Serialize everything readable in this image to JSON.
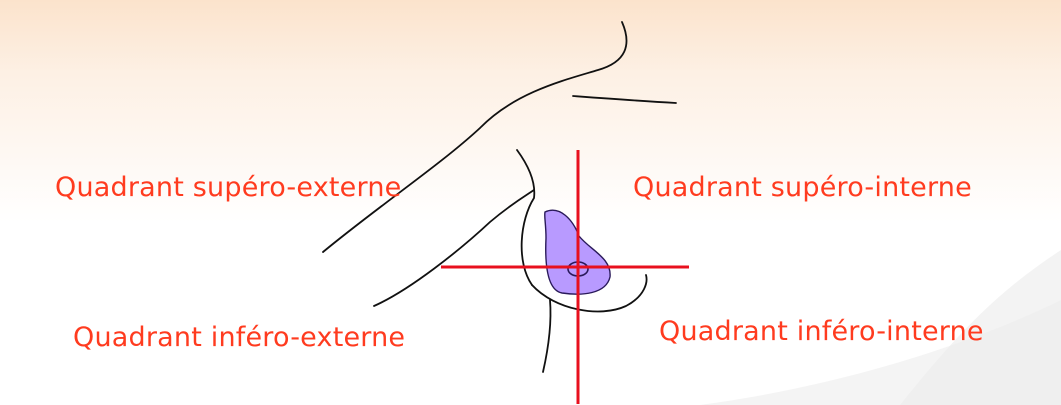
{
  "labels": {
    "superior_external": "Quadrant supéro-externe",
    "superior_internal": "Quadrant supéro-interne",
    "inferior_external": "Quadrant inféro-externe",
    "inferior_internal": "Quadrant inféro-interne"
  },
  "colors": {
    "label_text": "#ff3b1f",
    "axis_lines": "#e8101e",
    "outline": "#111111",
    "lesion_fill": "#b89aff",
    "lesion_stroke": "#2a1a5a"
  }
}
